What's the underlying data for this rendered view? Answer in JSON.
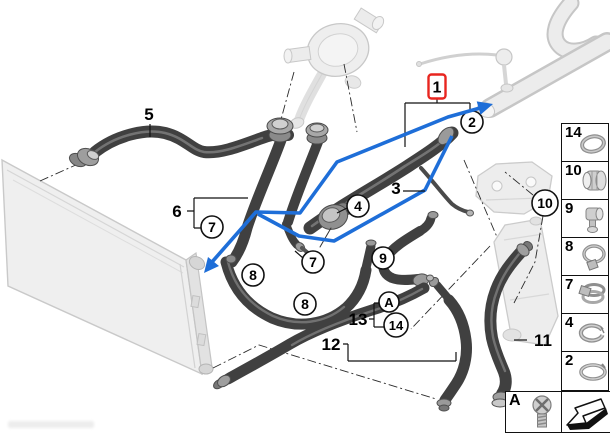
{
  "diagram": {
    "kind": "parts-exploded-diagram",
    "subject": "Cooling system coolant hoses",
    "selected_callout": "1"
  },
  "palette": {
    "highlight_blue": "#1e6ed8",
    "attention_red": "#e8251f",
    "hose_dark": "#404040",
    "ghost_gray": "#d9d9d9"
  },
  "callouts": {
    "n1": "1",
    "n2": "2",
    "n3": "3",
    "n4": "4",
    "n5": "5",
    "n6": "6",
    "n7": "7",
    "n8": "8",
    "n9": "9",
    "n10": "10",
    "n11": "11",
    "n12": "12",
    "n13": "13",
    "n14": "14",
    "nA": "A"
  },
  "legend": {
    "rows": [
      {
        "num": "14",
        "icon": "o-ring-seal-icon"
      },
      {
        "num": "10",
        "icon": "coupling-sleeve-icon"
      },
      {
        "num": "9",
        "icon": "connector-fitting-icon"
      },
      {
        "num": "8",
        "icon": "hose-clamp-icon"
      },
      {
        "num": "7",
        "icon": "hose-clamp-icon"
      },
      {
        "num": "4",
        "icon": "clamp-band-icon"
      },
      {
        "num": "2",
        "icon": "clamp-band-icon"
      }
    ],
    "footer_label": "A",
    "footer_icon": "screw-icon",
    "direction_icon": "direction-arrow-icon"
  }
}
